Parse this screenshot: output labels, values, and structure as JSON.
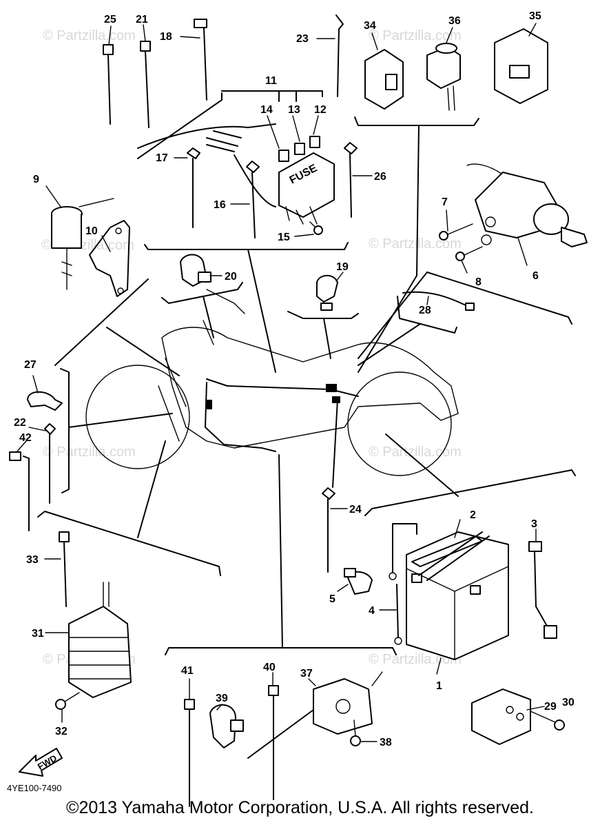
{
  "callouts": [
    "1",
    "2",
    "3",
    "4",
    "5",
    "6",
    "7",
    "8",
    "9",
    "10",
    "11",
    "12",
    "13",
    "14",
    "15",
    "16",
    "17",
    "18",
    "19",
    "20",
    "21",
    "22",
    "23",
    "24",
    "25",
    "26",
    "27",
    "28",
    "29",
    "30",
    "31",
    "32",
    "33",
    "34",
    "35",
    "36",
    "37",
    "38",
    "39",
    "40",
    "41",
    "42"
  ],
  "fuse_label": "FUSE",
  "fwd_label": "FWD",
  "drawing_code": "4YE100-7490",
  "watermark": "© Partzilla.com",
  "copyright": "©2013 Yamaha Motor Corporation, U.S.A. All rights reserved."
}
